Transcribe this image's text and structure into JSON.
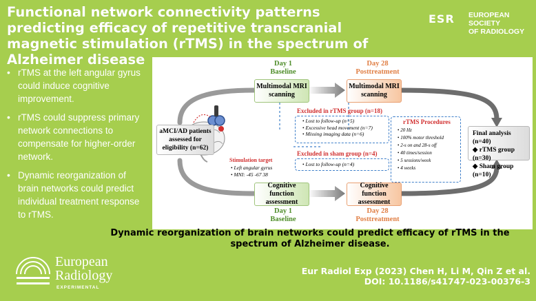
{
  "title": "Functional network connectivity patterns predicting efficacy of repetitive transcranial magnetic stimulation (rTMS) in the spectrum of Alzheimer disease",
  "society_logo": {
    "mark": "ESR",
    "line1": "EUROPEAN SOCIETY",
    "line2": "OF RADIOLOGY"
  },
  "bullets": [
    "rTMS at the left angular gyrus could induce cognitive improvement.",
    "rTMS could suppress primary network connections to compensate for higher-order network.",
    "Dynamic reorganization of brain networks could predict individual treatment response to rTMS."
  ],
  "diagram": {
    "day1_top": {
      "day": "Day 1",
      "label": "Baseline"
    },
    "day28_top": {
      "day": "Day 28",
      "label": "Posttreatment"
    },
    "mri_box_1": "Multimodal MRI scanning",
    "mri_box_2": "Multimodal MRI scanning",
    "patients_box": "aMCI/AD patients assessed for eligibility (n=62)",
    "excluded_rtms": {
      "title": "Excluded in rTMS group (n=18)",
      "items": [
        "Lost to follow-up (n=5)",
        "Excessive head movement (n=7)",
        "Missing imaging data (n=6)"
      ]
    },
    "excluded_sham": {
      "title": "Excluded in sham group (n=4)",
      "items": [
        "Lost to follow-up (n=4)"
      ]
    },
    "procedures": {
      "title": "rTMS Procedures",
      "items": [
        "20 Hz",
        "100% motor threshold",
        "2-s on and 28-s off",
        "40 times/session",
        "5 sessions/week",
        "4 weeks"
      ]
    },
    "stimulation": {
      "title": "Stimulation target",
      "items": [
        "Left angular gyrus",
        "MNI: -45 -67 38"
      ]
    },
    "final_analysis": [
      "Final analysis (n=40)",
      "rTMS group (n=30)",
      "Sham group (n=10)"
    ],
    "cog_box_1": "Cognitive function assessment",
    "cog_box_2": "Cognitive function assessment",
    "day1_bottom": {
      "day": "Day 1",
      "label": "Baseline"
    },
    "day28_bottom": {
      "day": "Day 28",
      "label": "Posttreatment"
    }
  },
  "conclusion": "Dynamic reorganization of brain networks could predict efficacy of rTMS in the spectrum of Alzheimer disease.",
  "citation": {
    "line1": "Eur Radiol Exp (2023) Chen H, Li M, Qin Z et al.",
    "line2": "DOI: 10.1186/s41747-023-00376-3"
  },
  "journal_logo": {
    "line1": "European",
    "line2": "Radiology",
    "line3": "EXPERIMENTAL"
  },
  "colors": {
    "background": "#a6ce4e",
    "accent_green": "#4f8d2a",
    "accent_orange": "#e07f45",
    "exclusion_red": "#d12f2f",
    "dashed_blue": "#3d7ec9"
  }
}
